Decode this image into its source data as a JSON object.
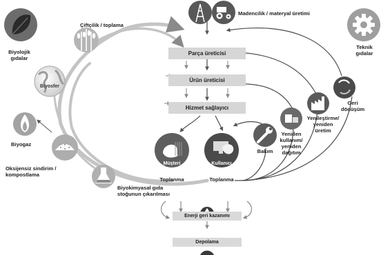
{
  "left": {
    "biological_nutrients": "Biyolojik\ngıdalar",
    "farming": "Çiftçilik / toplama",
    "biosphere": "Biyosfer",
    "biogas": "Biyogaz",
    "anaerobic": "Oksijensiz sindirim /\nkompostlama",
    "biochemical": "Biyokimyasal gıda\nstoğunun çıkarılması"
  },
  "center": {
    "mining": "Madencilik / materyal üretimi",
    "parts": "Parça üreticisi",
    "product": "Ürün üreticisi",
    "service": "Hizmet sağlayıcı",
    "consumer": "Müşteri",
    "user": "Kullanıcı",
    "collection_left": "Toplanma",
    "collection_right": "Toplanma"
  },
  "right": {
    "technical_nutrients": "Teknik\ngıdalar",
    "recycling": "Geri\ndönüşüm",
    "refurbish": "Yenileştirme/\nyeniden\nüretim",
    "reuse": "Yeniden\nkullanım/\nyeniden\ndağıtım",
    "maintenance": "Bakım"
  },
  "bottom": {
    "energy_recovery": "Enerji geri kazanımı",
    "landfill": "Depolama"
  },
  "icons": [
    "leaf-icon",
    "wheat-icon",
    "globe-icon",
    "flame-icon",
    "compost-icon",
    "flask-icon",
    "oil-rig-icon",
    "tractor-icon",
    "gear-icon",
    "recycle-icon",
    "factory-icon",
    "boxes-icon",
    "wrench-icon",
    "consumer-icon",
    "user-icon"
  ],
  "colors": {
    "loop": "#bdbdbd",
    "dark": "#3a3a3a",
    "mid": "#7a7a7a",
    "box": "#d6d6d6"
  }
}
